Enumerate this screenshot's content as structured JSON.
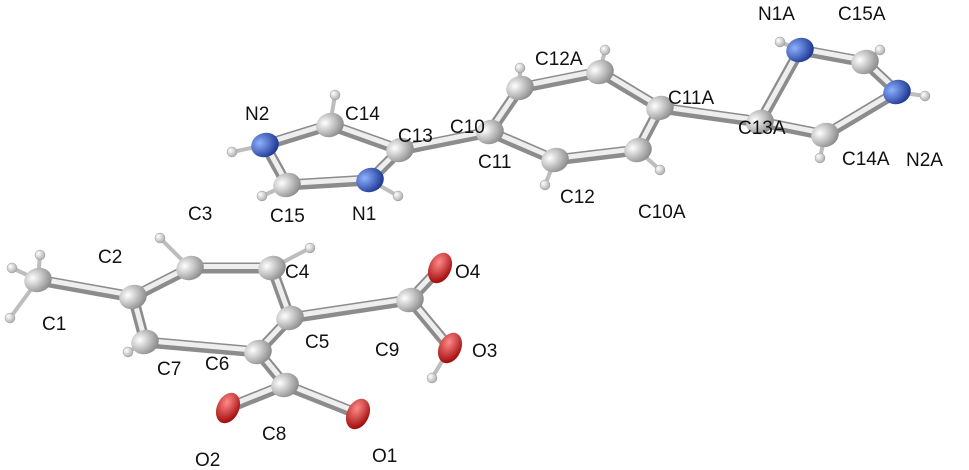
{
  "title": "Molecular structure (ellipsoid plot)",
  "colors": {
    "carbon": "#c8c8c8",
    "nitrogen": "#2a4fb0",
    "oxygen": "#d01818",
    "hydrogen": "#e8e8e8",
    "bond": "#d8d8d8"
  },
  "atoms": [
    {
      "label": "C1",
      "element": "C"
    },
    {
      "label": "C2",
      "element": "C"
    },
    {
      "label": "C3",
      "element": "C"
    },
    {
      "label": "C4",
      "element": "C"
    },
    {
      "label": "C5",
      "element": "C"
    },
    {
      "label": "C6",
      "element": "C"
    },
    {
      "label": "C7",
      "element": "C"
    },
    {
      "label": "C8",
      "element": "C"
    },
    {
      "label": "C9",
      "element": "C"
    },
    {
      "label": "O1",
      "element": "O"
    },
    {
      "label": "O2",
      "element": "O"
    },
    {
      "label": "O3",
      "element": "O"
    },
    {
      "label": "O4",
      "element": "O"
    },
    {
      "label": "N1",
      "element": "N"
    },
    {
      "label": "N2",
      "element": "N"
    },
    {
      "label": "C13",
      "element": "C"
    },
    {
      "label": "C14",
      "element": "C"
    },
    {
      "label": "C15",
      "element": "C"
    },
    {
      "label": "C10",
      "element": "C"
    },
    {
      "label": "C11",
      "element": "C"
    },
    {
      "label": "C12",
      "element": "C"
    },
    {
      "label": "C10A",
      "element": "C"
    },
    {
      "label": "C11A",
      "element": "C"
    },
    {
      "label": "C12A",
      "element": "C"
    },
    {
      "label": "C13A",
      "element": "C"
    },
    {
      "label": "C14A",
      "element": "C"
    },
    {
      "label": "C15A",
      "element": "C"
    },
    {
      "label": "N1A",
      "element": "N"
    },
    {
      "label": "N2A",
      "element": "N"
    }
  ]
}
